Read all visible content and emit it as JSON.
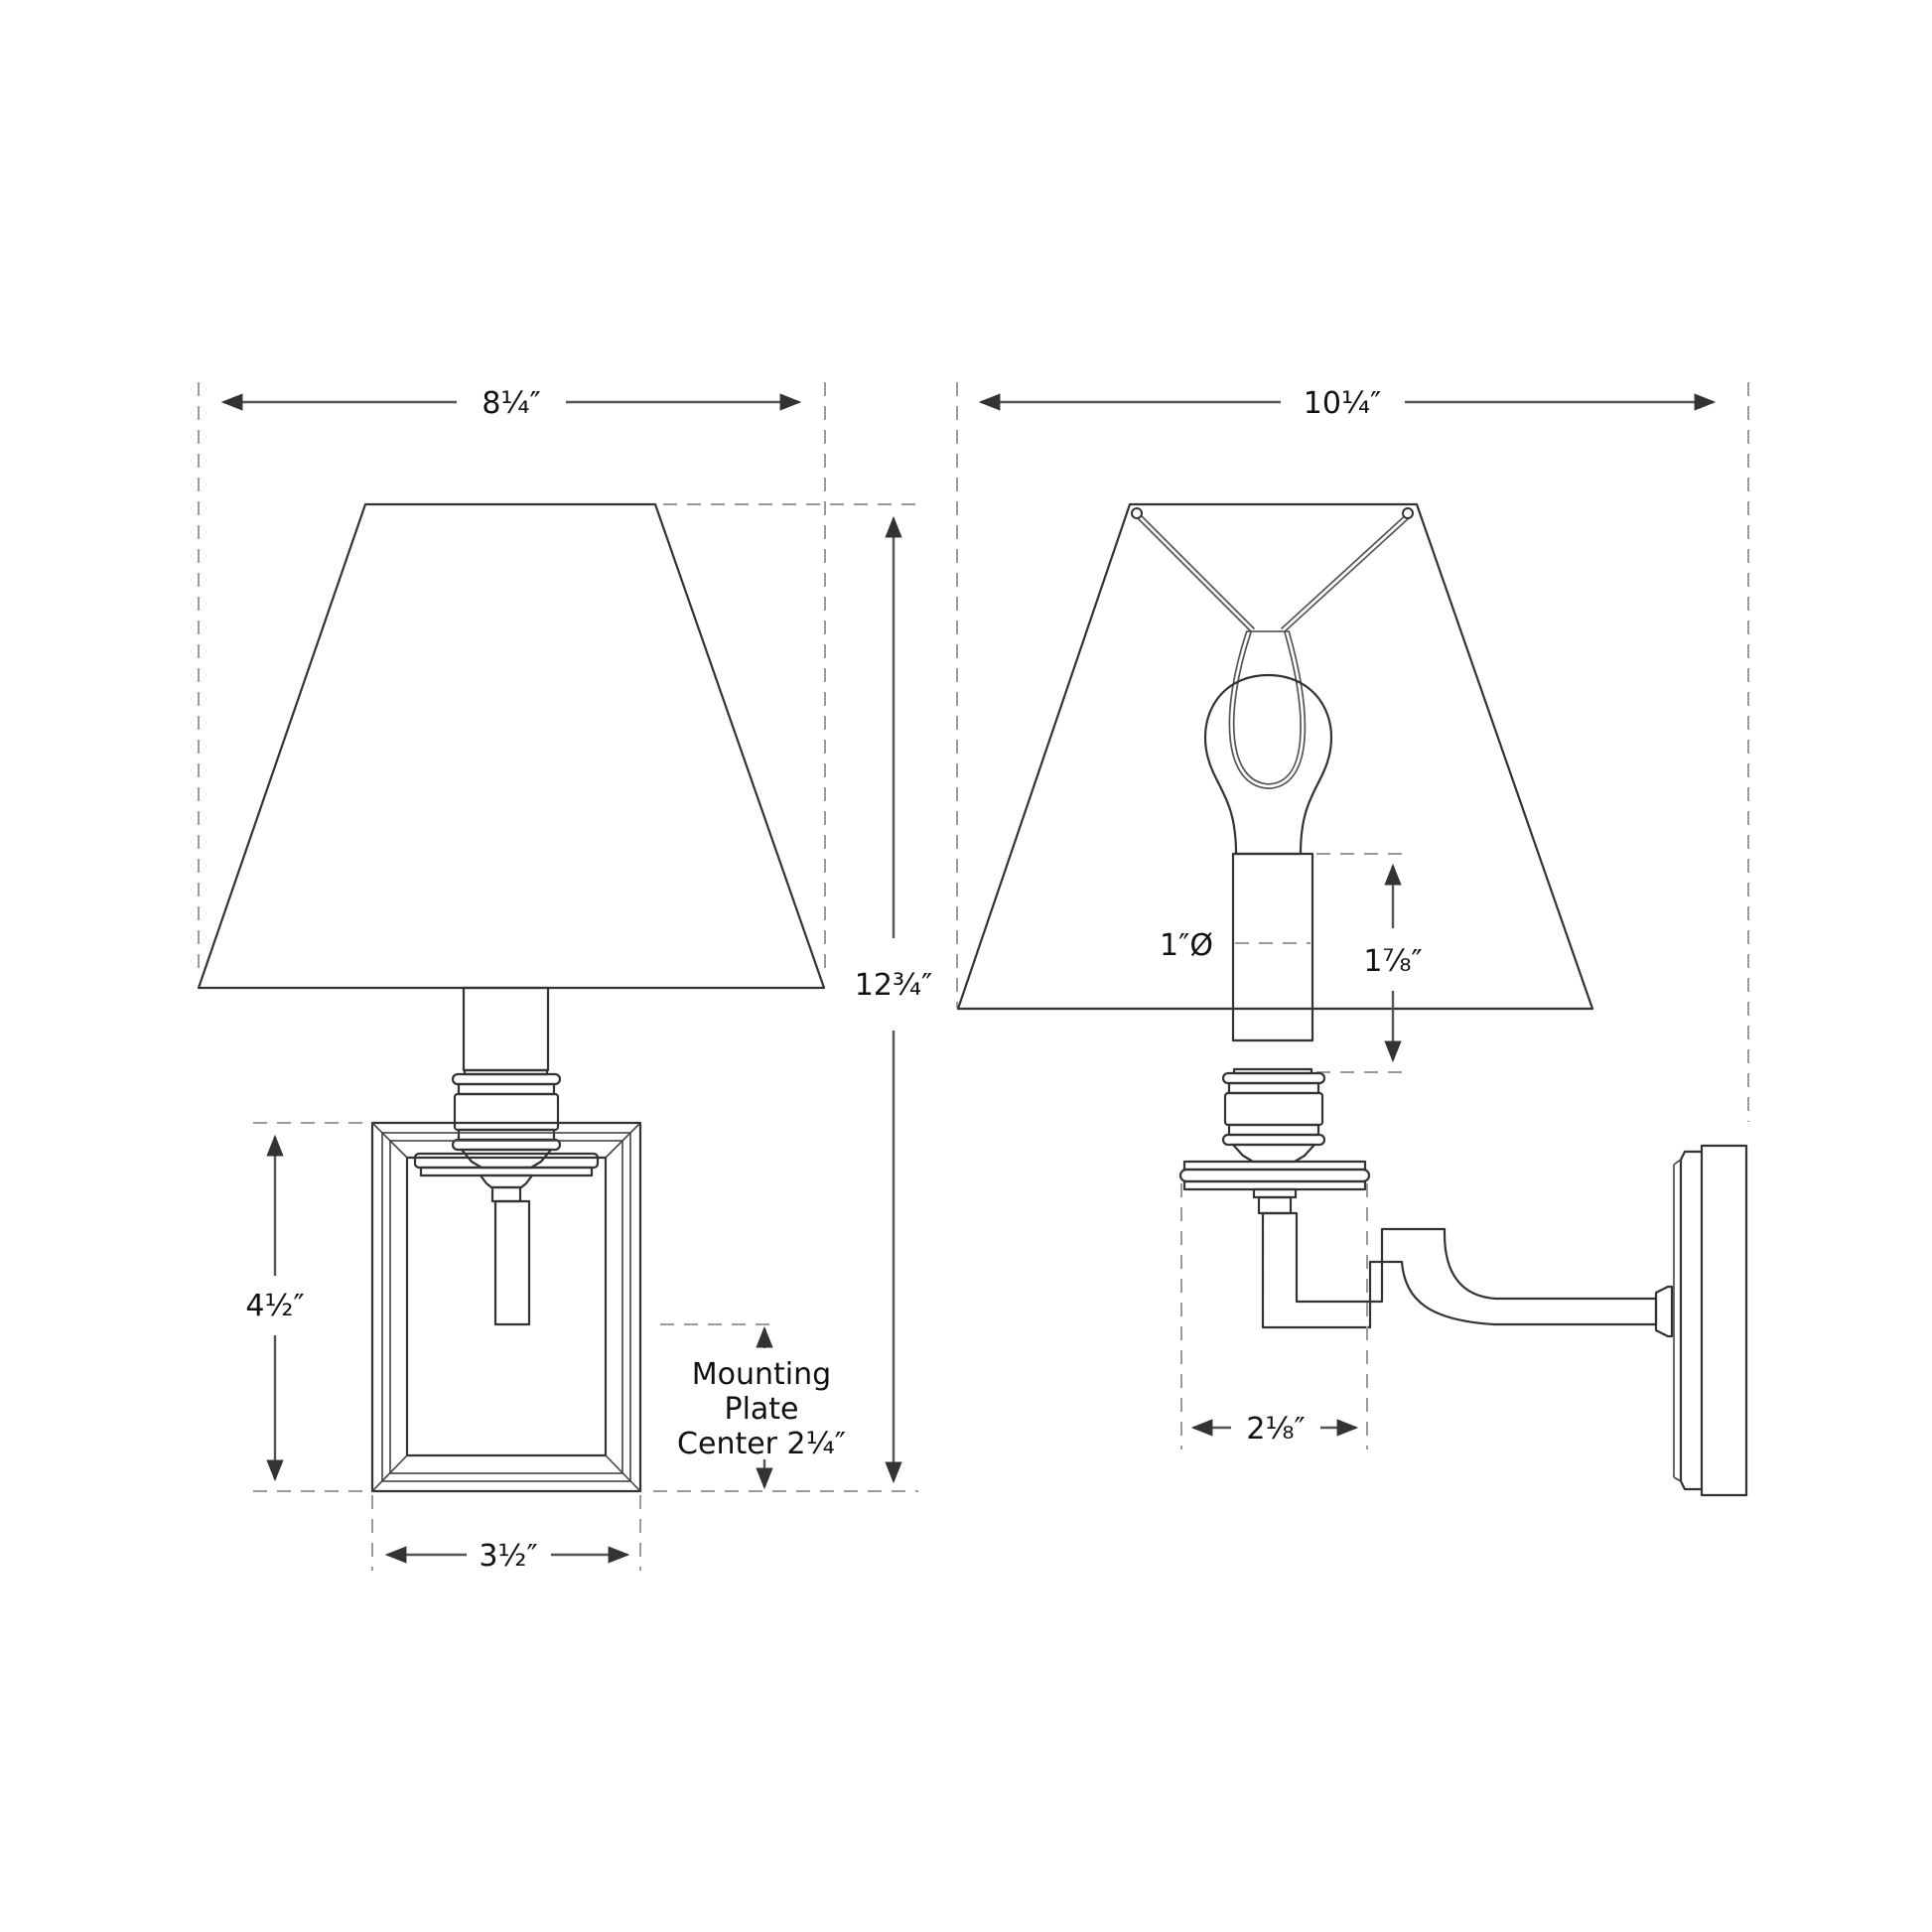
{
  "diagram": {
    "type": "technical-dimension-drawing",
    "subject": "wall sconce with tapered shade",
    "views": [
      {
        "name": "front-view",
        "dimensions": {
          "shade_width": "8¼″",
          "overall_height": "12¾″",
          "backplate_height": "4½″",
          "backplate_width": "3½″",
          "mounting_note_line1": "Mounting",
          "mounting_note_line2": "Plate",
          "mounting_note_line3": "Center 2¼″"
        }
      },
      {
        "name": "side-view",
        "dimensions": {
          "overall_depth": "10¼″",
          "socket_diameter": "1″Ø",
          "socket_height": "1⅞″",
          "bobeche_width": "2⅛″"
        }
      }
    ],
    "colors": {
      "line": "#333333",
      "dimension_line": "#555555",
      "extension_line": "#9a9a9a",
      "background": "#ffffff"
    }
  }
}
